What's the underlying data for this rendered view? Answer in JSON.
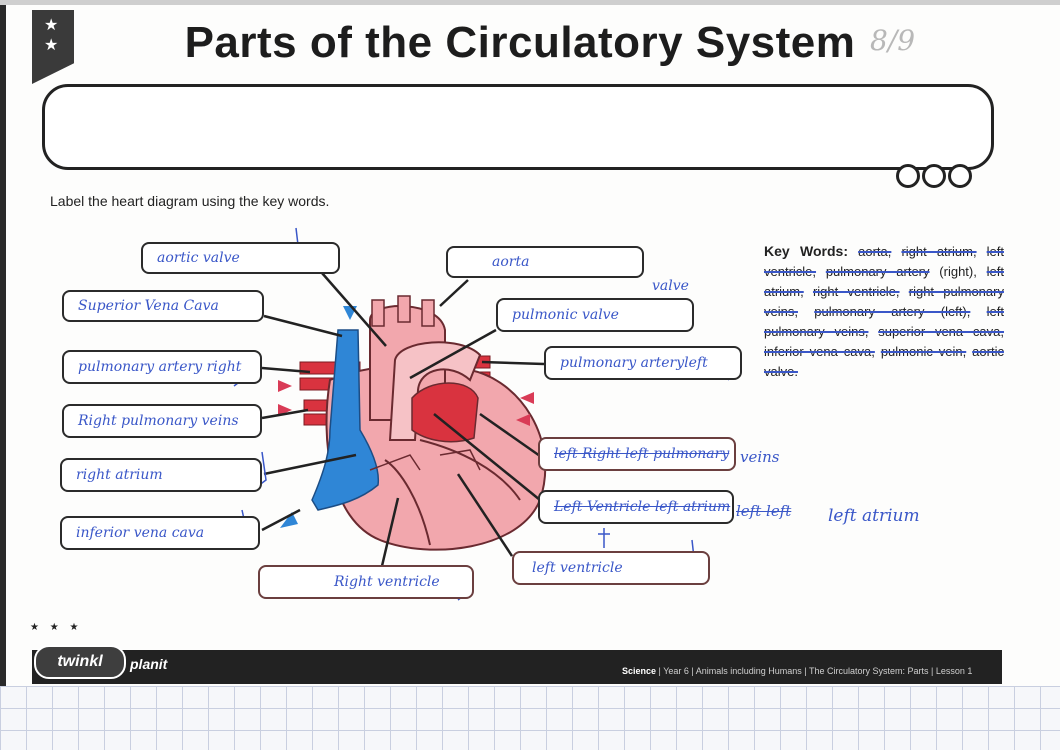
{
  "title": "Parts of the Circulatory System",
  "grade_mark": "8/9",
  "instruction": "Label the heart diagram using the key words.",
  "labels": {
    "aortic_valve": "aortic valve",
    "superior_vena_cava": "Superior Vena Cava",
    "pulmonary_artery_right": "pulmonary artery right",
    "right_pulmonary_veins": "Right pulmonary veins",
    "right_atrium": "right atrium",
    "inferior_vena_cava": "inferior vena cava",
    "right_ventricle": "Right ventricle",
    "aorta": "aorta",
    "pulmonic_valve": "pulmonic valve",
    "pulmonic_valve_correction": "valve",
    "pulmonary_artery_left": "pulmonary arteryleft",
    "left_pulmonary_veins": "left Right left pulmonary",
    "left_pulmonary_veins_tail": "veins",
    "left_atrium_box": "Left Ventricle left atrium",
    "left_atrium_tail": "left left",
    "left_atrium_final": "left atrium",
    "left_ventricle": "left ventricle"
  },
  "key_words": {
    "heading": "Key Words:",
    "items": [
      "aorta,",
      "right atrium,",
      "left ventricle,",
      "pulmonary artery",
      "(right),",
      "left atrium,",
      "right ventricle,",
      "right pulmonary veins,",
      "pulmonary artery (left),",
      "left pulmonary veins,",
      "superior vena cava,",
      "inferior vena cava,",
      "pulmonic vein,",
      "aortic valve."
    ]
  },
  "footer": {
    "logo": "twinkl",
    "brand": "planit",
    "subject": "Science",
    "breadcrumb": " | Year 6 | Animals including Humans | The Circulatory System: Parts | Lesson 1"
  },
  "colors": {
    "ink_blue": "#3a57c8",
    "heart_pink": "#f2a7ad",
    "deoxygenated_blue": "#2f86d6",
    "oxygenated_red": "#d9333f",
    "footer_dark": "#222222"
  },
  "icons": [
    "star-icon",
    "arrow-icon",
    "tick-icon"
  ]
}
